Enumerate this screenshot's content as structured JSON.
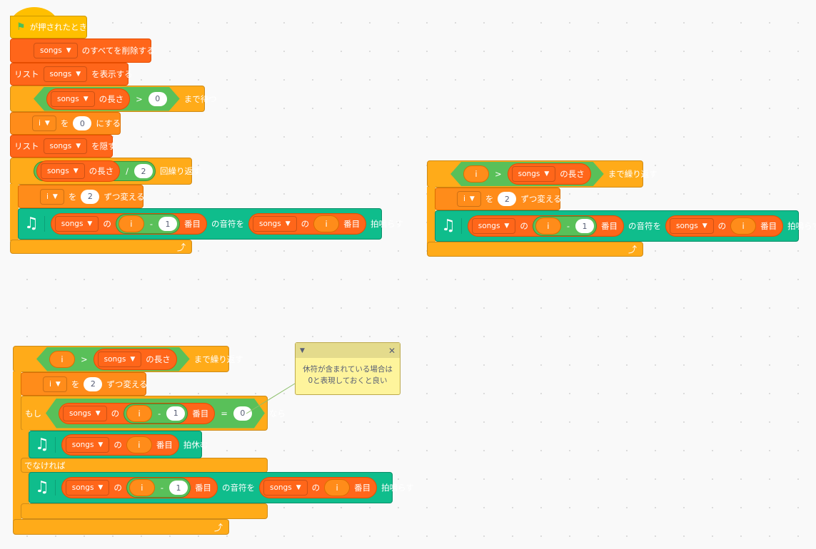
{
  "script1": {
    "hat": {
      "label": "が押されたとき"
    },
    "delete_all": {
      "list": "songs",
      "label": "のすべてを削除する"
    },
    "show_list": {
      "prefix": "リスト",
      "list": "songs",
      "label": "を表示する"
    },
    "wait_until": {
      "list": "songs",
      "length_label": "の長さ",
      "op": ">",
      "value": "0",
      "label": "まで待つ"
    },
    "set_var": {
      "var": "i",
      "to": "を",
      "value": "0",
      "label": "にする"
    },
    "hide_list": {
      "prefix": "リスト",
      "list": "songs",
      "label": "を隠す"
    },
    "repeat": {
      "list": "songs",
      "length_label": "の長さ",
      "op": "/",
      "value": "2",
      "label": "回繰り返す"
    },
    "change_var": {
      "var": "i",
      "by": "を",
      "value": "2",
      "label": "ずつ変える"
    },
    "play_note": {
      "list": "songs",
      "of": "の",
      "var": "i",
      "minus": "-",
      "one": "1",
      "item": "番目",
      "note_label": "の音符を",
      "list2": "songs",
      "of2": "の",
      "var2": "i",
      "item2": "番目",
      "beats_label": "拍鳴らす"
    }
  },
  "script2": {
    "repeat_until": {
      "var": "i",
      "op": ">",
      "list": "songs",
      "length_label": "の長さ",
      "label": "まで繰り返す"
    },
    "change_var": {
      "var": "i",
      "by": "を",
      "value": "2",
      "label": "ずつ変える"
    },
    "play_note": {
      "list": "songs",
      "of": "の",
      "var": "i",
      "minus": "-",
      "one": "1",
      "item": "番目",
      "note_label": "の音符を",
      "list2": "songs",
      "of2": "の",
      "var2": "i",
      "item2": "番目",
      "beats_label": "拍鳴らす"
    }
  },
  "script3": {
    "repeat_until": {
      "var": "i",
      "op": ">",
      "list": "songs",
      "length_label": "の長さ",
      "label": "まで繰り返す"
    },
    "change_var": {
      "var": "i",
      "by": "を",
      "value": "2",
      "label": "ずつ変える"
    },
    "if_else": {
      "if_label": "もし",
      "list": "songs",
      "of": "の",
      "var": "i",
      "minus": "-",
      "one": "1",
      "item": "番目",
      "eq": "=",
      "value": "0",
      "then_label": "なら",
      "else_label": "でなければ"
    },
    "rest": {
      "list": "songs",
      "of": "の",
      "var": "i",
      "item": "番目",
      "label": "拍休む"
    },
    "play_note": {
      "list": "songs",
      "of": "の",
      "var": "i",
      "minus": "-",
      "one": "1",
      "item": "番目",
      "note_label": "の音符を",
      "list2": "songs",
      "of2": "の",
      "var2": "i",
      "item2": "番目",
      "beats_label": "拍鳴らす"
    }
  },
  "comment": {
    "line1": "休符が含まれている場合は",
    "line2": "0と表現しておくと良い"
  },
  "icons": {
    "flag": "green-flag-icon",
    "music": "music-notes-icon",
    "loop": "loop-arrow-icon",
    "caret": "dropdown-caret"
  }
}
